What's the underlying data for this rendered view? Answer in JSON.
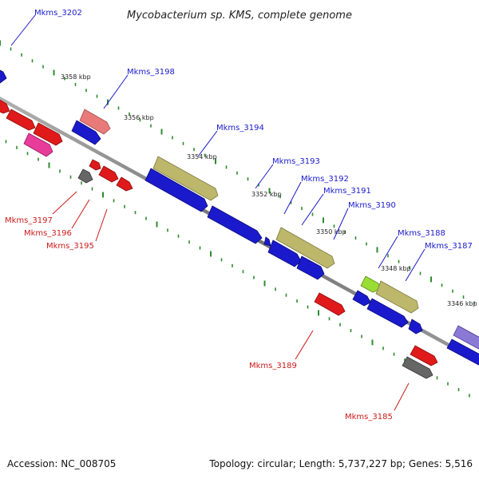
{
  "title": "Mycobacterium sp. KMS, complete genome",
  "footer": {
    "accession": "Accession: NC_008705",
    "summary": "Topology: circular; Length: 5,737,227 bp; Genes: 5,516"
  },
  "colors": {
    "forward": "#1a1acc",
    "reverse": "#e01a1a",
    "backbone": "#8a8a8a",
    "tick": "#2e8b2e",
    "olive": "#bdb76b",
    "pink": "#e87a7a",
    "magenta": "#e83c9a",
    "gray": "#666666",
    "lime": "#99dd33",
    "lavender": "#8a7ad6"
  },
  "scale_labels": [
    "3358 kbp",
    "3356 kbp",
    "3354 kbp",
    "3352 kbp",
    "3350 kbp",
    "3348 kbp",
    "3346 kbp"
  ],
  "gene_labels": {
    "forward": [
      "Mkms_3202",
      "Mkms_3198",
      "Mkms_3194",
      "Mkms_3193",
      "Mkms_3192",
      "Mkms_3191",
      "Mkms_3190",
      "Mkms_3188",
      "Mkms_3187"
    ],
    "reverse": [
      "Mkms_3197",
      "Mkms_3196",
      "Mkms_3195",
      "Mkms_3189",
      "Mkms_3185"
    ]
  }
}
